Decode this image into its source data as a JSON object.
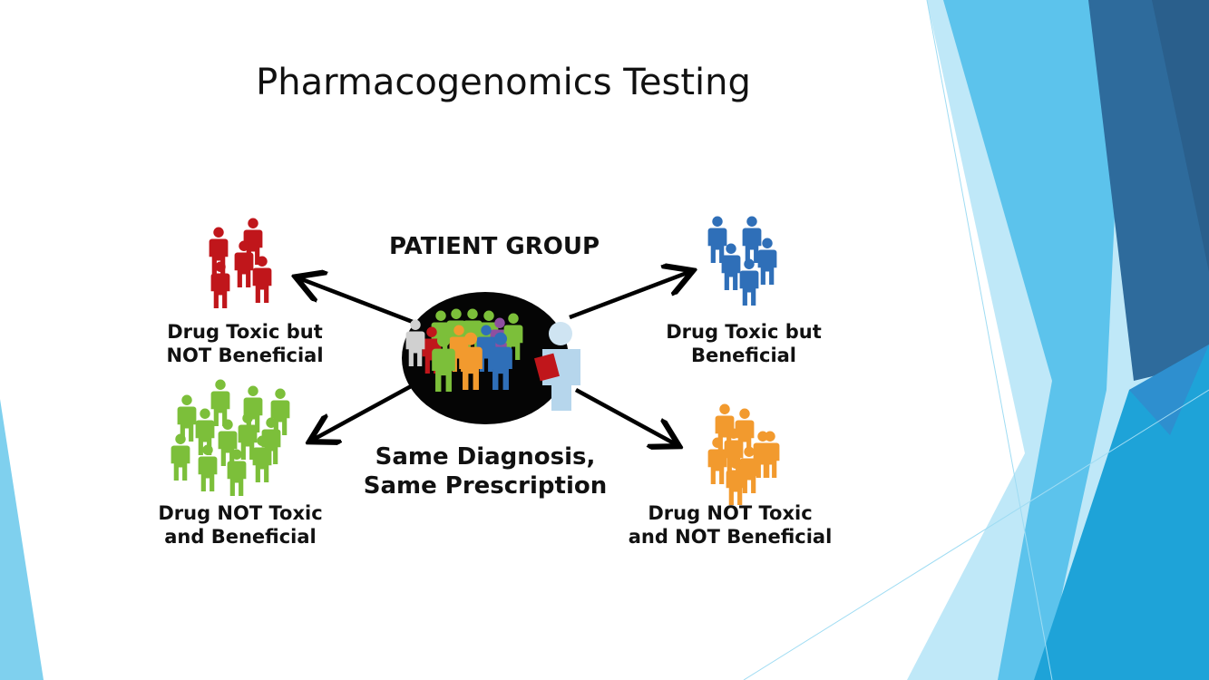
{
  "slide": {
    "title": "Pharmacogenomics Testing",
    "center_heading": "PATIENT GROUP",
    "center_caption": [
      "Same Diagnosis,",
      "Same Prescription"
    ],
    "groups": [
      {
        "id": "toxic-not-beneficial",
        "lines": [
          "Drug Toxic but",
          "NOT Beneficial"
        ],
        "color": "#c0161b"
      },
      {
        "id": "toxic-beneficial",
        "lines": [
          "Drug Toxic but",
          "Beneficial"
        ],
        "color": "#2f6fb8"
      },
      {
        "id": "not-toxic-beneficial",
        "lines": [
          "Drug NOT Toxic",
          "and Beneficial"
        ],
        "color": "#7cbf3a"
      },
      {
        "id": "not-toxic-not-beneficial",
        "lines": [
          "Drug NOT Toxic",
          "and NOT Beneficial"
        ],
        "color": "#f29a2e"
      }
    ]
  }
}
